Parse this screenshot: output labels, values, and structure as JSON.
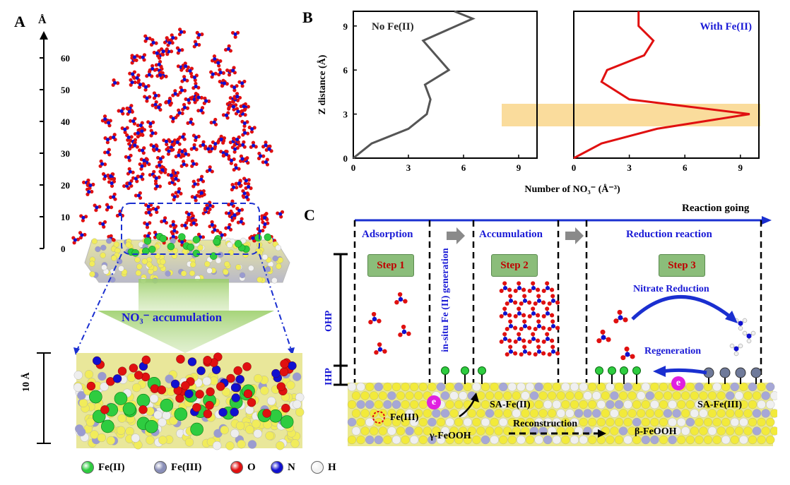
{
  "panels": {
    "a": "A",
    "b": "B",
    "c": "C"
  },
  "panel_a": {
    "axis_unit": "Å",
    "ticks": [
      "60",
      "50",
      "40",
      "30",
      "20",
      "10",
      "0"
    ],
    "accumulation_label": "NO₃⁻ accumulation",
    "scale_label": "10 Å"
  },
  "legend": [
    {
      "label": "Fe(II)",
      "color": "#2ecc40"
    },
    {
      "label": "Fe(III)",
      "color": "#8a8fb8"
    },
    {
      "label": "O",
      "color": "#e01010"
    },
    {
      "label": "N",
      "color": "#1010d0"
    },
    {
      "label": "H",
      "color": "#f2f2f2"
    }
  ],
  "chart_data": [
    {
      "type": "line",
      "title": "No Fe(II)",
      "xlabel": "Number of NO₃⁻ (Å⁻³)",
      "ylabel": "Z distance (Å)",
      "xlim": [
        0,
        10
      ],
      "ylim": [
        0,
        10
      ],
      "xticks": [
        "0",
        "3",
        "6",
        "9"
      ],
      "yticks": [
        "0",
        "3",
        "6",
        "9"
      ],
      "color": "#555555",
      "points": [
        [
          0,
          0
        ],
        [
          1,
          1
        ],
        [
          3,
          2
        ],
        [
          4,
          3
        ],
        [
          4.2,
          4
        ],
        [
          3.9,
          5
        ],
        [
          5.2,
          6
        ],
        [
          3.8,
          8
        ],
        [
          6.5,
          9.5
        ],
        [
          5.5,
          10
        ]
      ]
    },
    {
      "type": "line",
      "title": "With Fe(II)",
      "xlabel": "Number of NO₃⁻ (Å⁻³)",
      "ylabel": "Z distance (Å)",
      "xlim": [
        0,
        10
      ],
      "ylim": [
        0,
        10
      ],
      "xticks": [
        "0",
        "3",
        "6",
        "9"
      ],
      "yticks": [
        "0",
        "3",
        "6",
        "9"
      ],
      "color": "#e01010",
      "points": [
        [
          0,
          0
        ],
        [
          1.5,
          1
        ],
        [
          4.5,
          2
        ],
        [
          9.5,
          3
        ],
        [
          3,
          4
        ],
        [
          1.5,
          5.2
        ],
        [
          1.8,
          6
        ],
        [
          3.8,
          7
        ],
        [
          4.3,
          8
        ],
        [
          3.5,
          9
        ],
        [
          3.5,
          10
        ]
      ]
    }
  ],
  "panel_c": {
    "reaction_going": "Reaction going",
    "stages": [
      "Adsorption",
      "Accumulation",
      "Reduction reaction"
    ],
    "steps": [
      "Step 1",
      "Step 2",
      "Step 3"
    ],
    "insitu": "in-situ Fe (II) generation",
    "ohp": "OHP",
    "ihp": "IHP",
    "nitrate_reduction": "Nitrate Reduction",
    "regeneration": "Regeneration",
    "electron": "e",
    "fe3": "Fe(III)",
    "gamma": "γ-FeOOH",
    "sa_fe2": "SA-Fe(II)",
    "sa_fe3": "SA-Fe(III)",
    "reconstruction": "Reconstruction",
    "beta": "β-FeOOH"
  }
}
